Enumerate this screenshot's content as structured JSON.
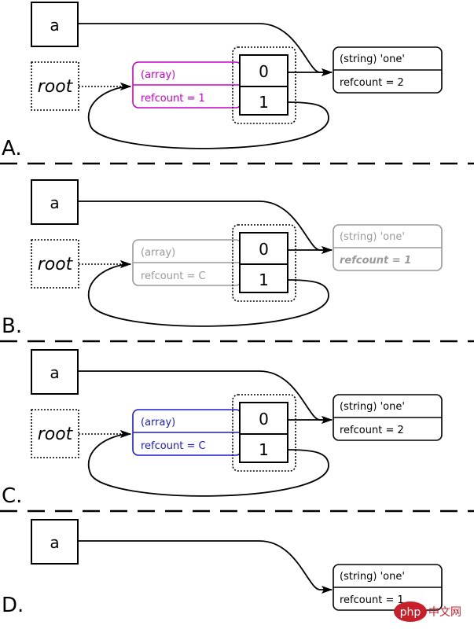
{
  "colors": {
    "black": "#000000",
    "magenta": "#c800c8",
    "gray": "#9a9a9a",
    "blue": "#1a1ad0",
    "watermark_red": "#c8202a"
  },
  "panels": [
    {
      "label": "A.",
      "var_name": "a",
      "root_label": "root",
      "array": {
        "visible": true,
        "type_text": "(array)",
        "refcount_text": "refcount = 1",
        "color": "magenta"
      },
      "indices": [
        "0",
        "1"
      ],
      "string": {
        "type_text": "(string) 'one'",
        "refcount_text": "refcount = 2",
        "color": "black",
        "refcount_emphasis": false
      }
    },
    {
      "label": "B.",
      "var_name": "a",
      "root_label": "root",
      "array": {
        "visible": true,
        "type_text": "(array)",
        "refcount_text": "refcount = C",
        "color": "gray"
      },
      "indices": [
        "0",
        "1"
      ],
      "string": {
        "type_text": "(string) 'one'",
        "refcount_text": "refcount = 1",
        "color": "gray",
        "refcount_emphasis": true
      }
    },
    {
      "label": "C.",
      "var_name": "a",
      "root_label": "root",
      "array": {
        "visible": true,
        "type_text": "(array)",
        "refcount_text": "refcount = C",
        "color": "blue"
      },
      "indices": [
        "0",
        "1"
      ],
      "string": {
        "type_text": "(string) 'one'",
        "refcount_text": "refcount = 2",
        "color": "black",
        "refcount_emphasis": false
      }
    },
    {
      "label": "D.",
      "var_name": "a",
      "array": {
        "visible": false
      },
      "string": {
        "type_text": "(string) 'one'",
        "refcount_text": "refcount = 1",
        "color": "black",
        "refcount_emphasis": false
      }
    }
  ],
  "watermark": {
    "logo_text": "php",
    "site_text": "中文网"
  }
}
